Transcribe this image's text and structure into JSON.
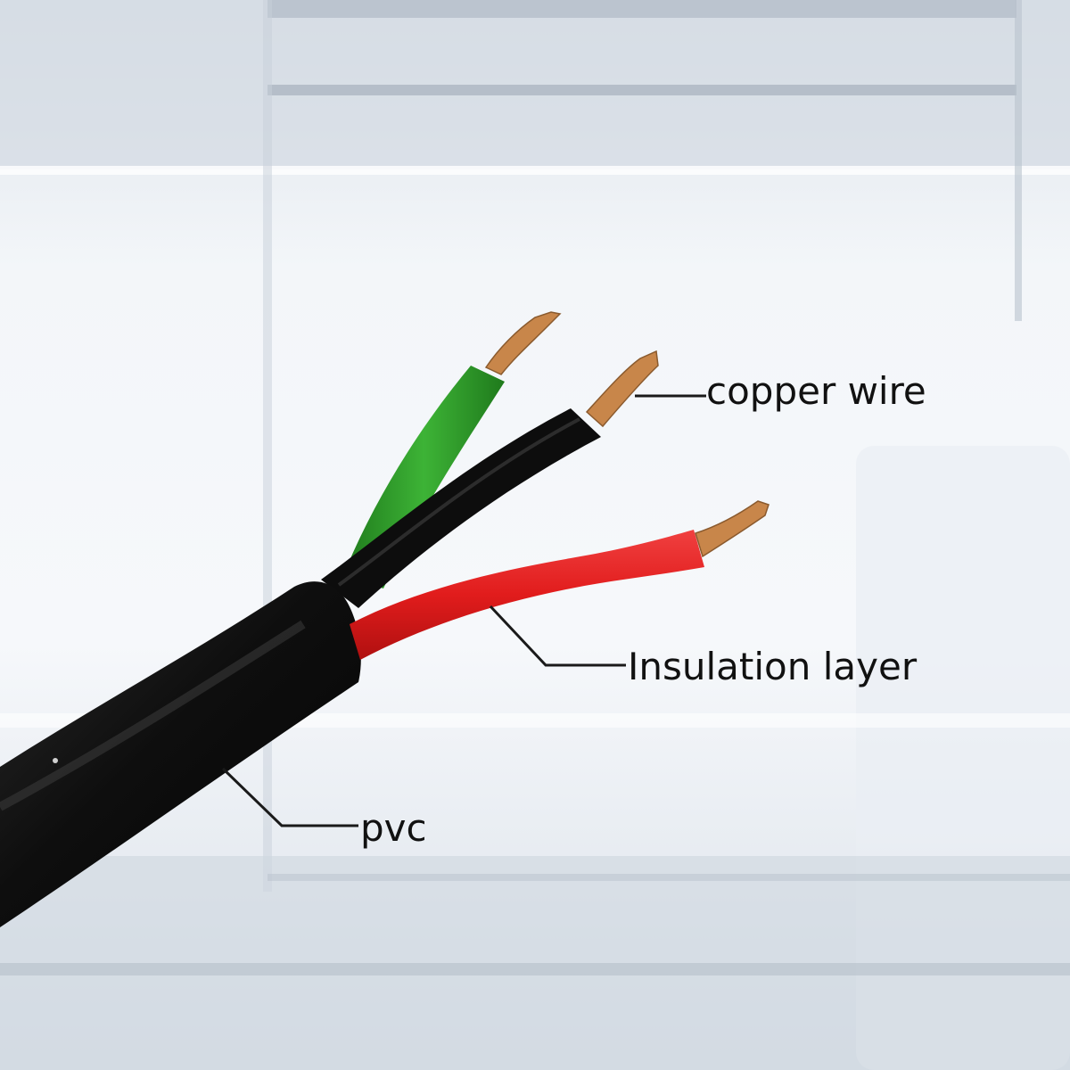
{
  "labels": {
    "copper_wire": "copper wire",
    "insulation_layer": "Insulation layer",
    "pvc": "pvc"
  },
  "colors": {
    "background": "#eef2f6",
    "sheath": "#111111",
    "green_core": "#2f9a2a",
    "black_core": "#0d0d0d",
    "red_core": "#e11c1c",
    "copper": "#c8864a",
    "callout_line": "#1a1a1a",
    "label_text": "#111111"
  }
}
